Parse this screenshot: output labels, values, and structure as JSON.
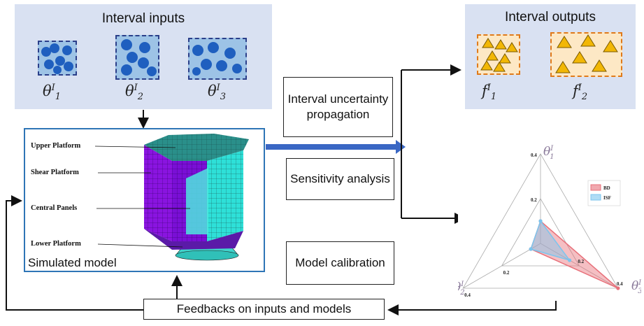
{
  "inputs": {
    "title": "Interval inputs",
    "symbols": [
      {
        "base": "θ",
        "sup": "I",
        "sub": "1"
      },
      {
        "base": "θ",
        "sup": "I",
        "sub": "2"
      },
      {
        "base": "θ",
        "sup": "I",
        "sub": "3"
      }
    ]
  },
  "outputs": {
    "title": "Interval outputs",
    "symbols": [
      {
        "base": "f",
        "sup": "I",
        "sub": "1"
      },
      {
        "base": "f",
        "sup": "I",
        "sub": "2"
      }
    ]
  },
  "process": {
    "propagation": "Interval uncertainty propagation",
    "sensitivity": "Sensitivity analysis",
    "calibration": "Model calibration",
    "feedback": "Feedbacks on inputs and models"
  },
  "simulation": {
    "caption": "Simulated model",
    "labels": [
      "Upper Platform",
      "Shear Platform",
      "Central Panels",
      "Lower Platform"
    ]
  },
  "colors": {
    "input_fill": "#9dc3e6",
    "input_border": "#2b3f8a",
    "output_fill": "#fde8c5",
    "output_border": "#e07a1a",
    "circle": "#1f5fbf",
    "triangle": "#f2b705",
    "bd": "#e8707a",
    "isf": "#7cc5ee"
  },
  "chart_data": {
    "type": "radar",
    "axes": [
      {
        "base": "θ",
        "sup": "I",
        "sub": "1"
      },
      {
        "base": "θ",
        "sup": "I",
        "sub": "2"
      },
      {
        "base": "θ",
        "sup": "I",
        "sub": "3"
      }
    ],
    "ticks": [
      "0.2",
      "0.4"
    ],
    "range": [
      0,
      0.4
    ],
    "legend_position": "top-right",
    "series": [
      {
        "name": "BD",
        "values": [
          0.1,
          0.05,
          0.4
        ]
      },
      {
        "name": "ISF",
        "values": [
          0.1,
          0.05,
          0.15
        ]
      }
    ]
  }
}
